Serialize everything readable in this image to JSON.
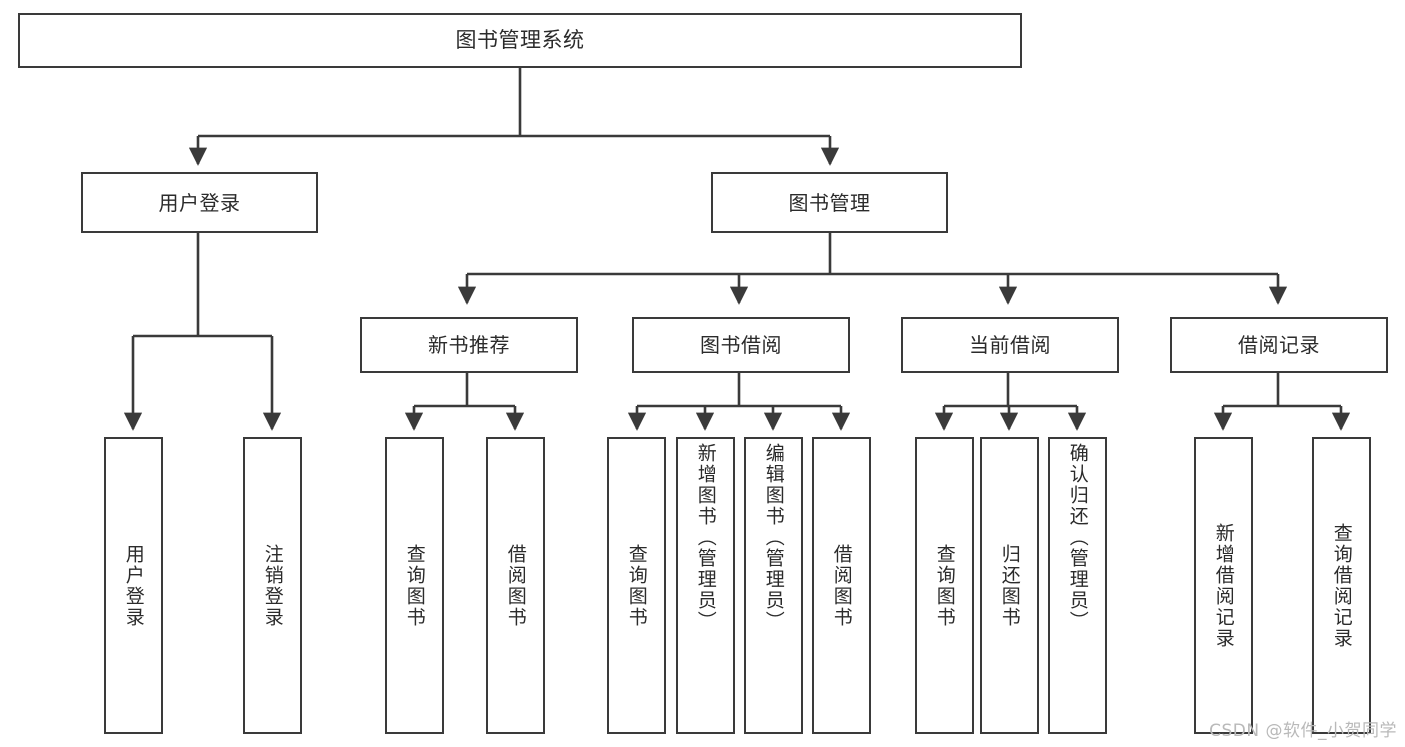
{
  "diagram": {
    "type": "tree-flowchart",
    "title": "图书管理系统",
    "watermark": "CSDN @软件_小贺同学",
    "colors": {
      "node_border": "#3a3a3a",
      "node_fill": "#ffffff",
      "edge": "#3a3a3a",
      "text": "#2b2b2b",
      "watermark": "#b9b9b9",
      "background": "#ffffff"
    },
    "nodes": {
      "root": {
        "label": "图书管理系统"
      },
      "level1": [
        {
          "id": "user-login",
          "label": "用户登录"
        },
        {
          "id": "book-manage",
          "label": "图书管理"
        }
      ],
      "level2": [
        {
          "id": "new-book-recommend",
          "label": "新书推荐"
        },
        {
          "id": "book-borrow",
          "label": "图书借阅"
        },
        {
          "id": "current-borrow",
          "label": "当前借阅"
        },
        {
          "id": "borrow-record",
          "label": "借阅记录"
        }
      ],
      "leaves": {
        "user_login": [
          {
            "id": "leaf-user-login",
            "label": "用户登录"
          },
          {
            "id": "leaf-logout-login",
            "label": "注销登录"
          }
        ],
        "new_book_recommend": [
          {
            "id": "leaf-query-book-1",
            "label": "查询图书"
          },
          {
            "id": "leaf-borrow-book-1",
            "label": "借阅图书"
          }
        ],
        "book_borrow": [
          {
            "id": "leaf-query-book-2",
            "label": "查询图书"
          },
          {
            "id": "leaf-add-book-admin",
            "label": "新增图书（管理员）"
          },
          {
            "id": "leaf-edit-book-admin",
            "label": "编辑图书（管理员）"
          },
          {
            "id": "leaf-borrow-book-2",
            "label": "借阅图书"
          }
        ],
        "current_borrow": [
          {
            "id": "leaf-query-book-3",
            "label": "查询图书"
          },
          {
            "id": "leaf-return-book",
            "label": "归还图书"
          },
          {
            "id": "leaf-confirm-return-admin",
            "label": "确认归还（管理员）"
          }
        ],
        "borrow_record": [
          {
            "id": "leaf-add-borrow-record",
            "label": "新增借阅记录"
          },
          {
            "id": "leaf-query-borrow-record",
            "label": "查询借阅记录"
          }
        ]
      }
    }
  }
}
